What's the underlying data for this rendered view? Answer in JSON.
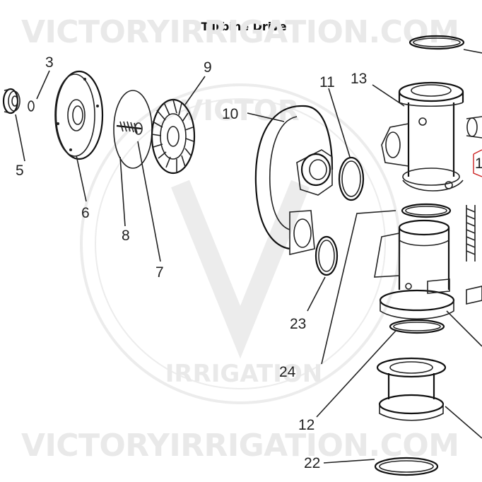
{
  "title": "Turbine Drive",
  "watermark": {
    "top_text": "VICTORYIRRIGATION.COM",
    "bottom_text": "VICTORYIRRIGATION.COM",
    "seal_top": "VICTOR",
    "seal_bottom": "IRRIGATION"
  },
  "callouts": [
    "3",
    "5",
    "6",
    "8",
    "7",
    "9",
    "10",
    "11",
    "13",
    "23",
    "24",
    "12",
    "22",
    "1"
  ],
  "colors": {
    "line": "#222222",
    "watermark": "#e9e9e9",
    "highlight": "#cc2222"
  }
}
